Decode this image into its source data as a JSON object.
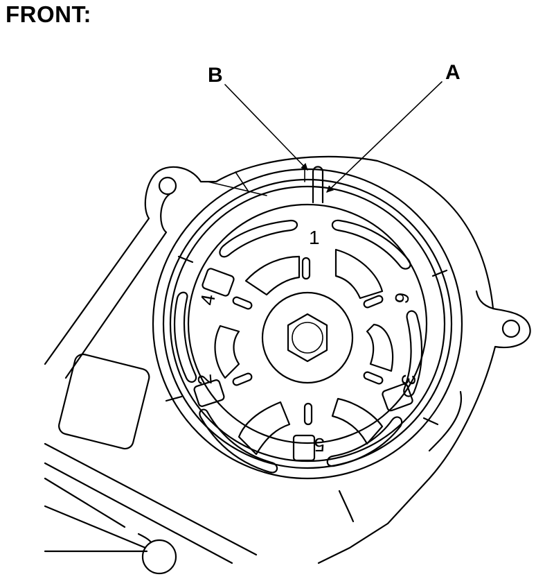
{
  "title": "FRONT:",
  "callouts": {
    "a": "A",
    "b": "B"
  },
  "numbers": {
    "n1": "1",
    "n2": "2",
    "n3": "3",
    "n4": "4",
    "n5": "5",
    "n6": "6"
  }
}
